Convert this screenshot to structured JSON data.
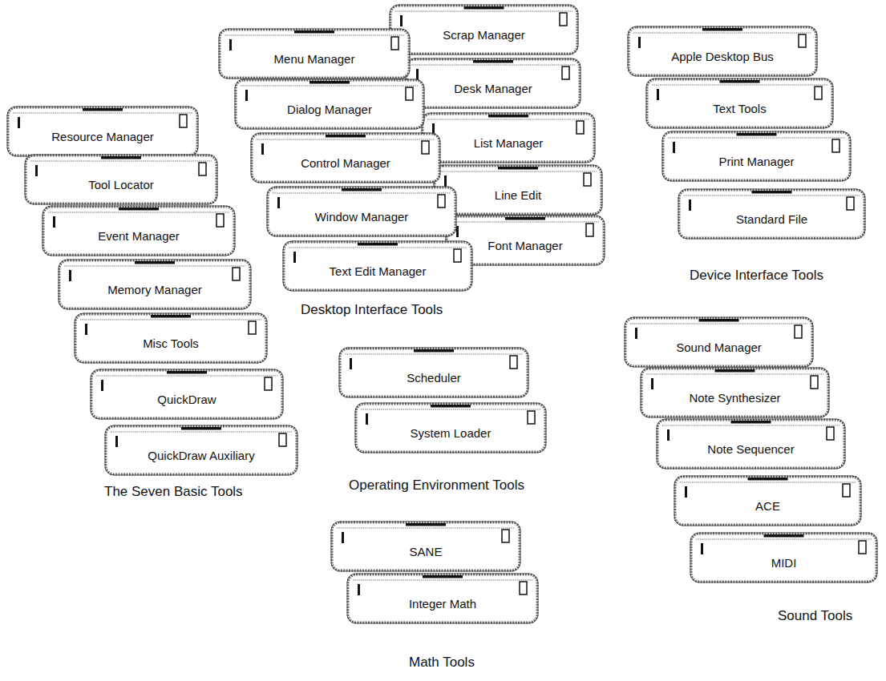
{
  "diagram": {
    "nodes": [
      {
        "text": [
          "Resource Manager"
        ]
      },
      {
        "text": [
          "Tool Locator"
        ]
      },
      {
        "text": [
          "Event Manager"
        ]
      },
      {
        "text": [
          "Memory Manager"
        ]
      },
      {
        "text": [
          "Misc Tools"
        ]
      },
      {
        "text": [
          "QuickDraw"
        ]
      },
      {
        "text": [
          "QuickDraw Auxiliary"
        ]
      },
      {
        "text": [
          "Menu Manager"
        ]
      },
      {
        "text": [
          "Dialog Manager"
        ]
      },
      {
        "text": [
          "Control Manager"
        ]
      },
      {
        "text": [
          "Window Manager"
        ]
      },
      {
        "text": [
          "Text Edit Manager"
        ]
      },
      {
        "text": [
          "Scrap Manager"
        ]
      },
      {
        "text": [
          "Desk Manager"
        ]
      },
      {
        "text": [
          "List Manager"
        ]
      },
      {
        "text": [
          "Line Edit"
        ]
      },
      {
        "text": [
          "Font Manager"
        ]
      },
      {
        "text": [
          "Scheduler"
        ]
      },
      {
        "text": [
          "System Loader"
        ]
      },
      {
        "text": [
          "SANE"
        ]
      },
      {
        "text": [
          "Integer Math"
        ]
      },
      {
        "text": [
          "Apple Desktop Bus"
        ]
      },
      {
        "text": [
          "Text Tools"
        ]
      },
      {
        "text": [
          "Print Manager"
        ]
      },
      {
        "text": [
          "Standard File"
        ]
      },
      {
        "text": [
          "Sound Manager"
        ]
      },
      {
        "text": [
          "Note Synthesizer"
        ]
      },
      {
        "text": [
          "Note Sequencer"
        ]
      },
      {
        "text": [
          "ACE"
        ]
      },
      {
        "text": [
          "MIDI"
        ]
      }
    ],
    "labels": [
      "The Seven Basic Tools",
      "Desktop Interface Tools",
      "Operating Environment Tools",
      "Math Tools",
      "Device Interface Tools",
      "Sound Tools"
    ]
  }
}
